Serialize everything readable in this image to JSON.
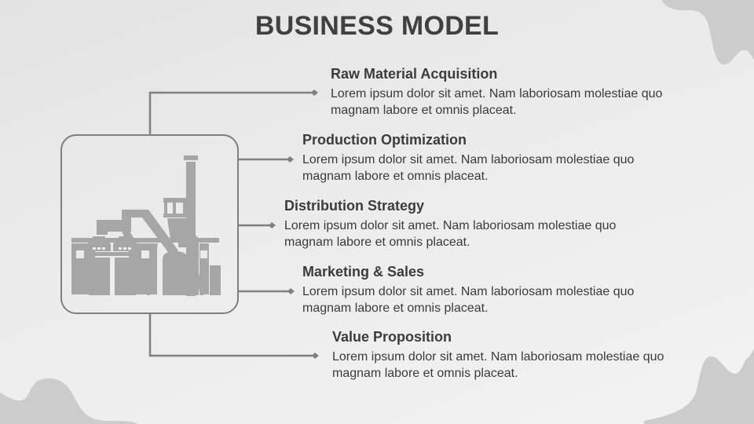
{
  "slide": {
    "title": "BUSINESS MODEL",
    "icon": "factory-icon",
    "colors": {
      "title": "#404040",
      "text": "#3a3a3a",
      "connector": "#808080",
      "icon_fill": "#a6a6a6",
      "blob": "#cccccc"
    },
    "items": [
      {
        "heading": "Raw Material Acquisition",
        "description": "Lorem ipsum dolor sit amet. Nam laboriosam molestiae quo magnam labore et omnis placeat."
      },
      {
        "heading": "Production Optimization",
        "description": "Lorem ipsum dolor sit amet. Nam laboriosam molestiae quo magnam labore et omnis placeat."
      },
      {
        "heading": "Distribution Strategy",
        "description": "Lorem ipsum dolor sit amet. Nam laboriosam molestiae quo magnam labore et omnis placeat."
      },
      {
        "heading": "Marketing & Sales",
        "description": "Lorem ipsum dolor sit amet. Nam laboriosam molestiae quo magnam labore et omnis placeat."
      },
      {
        "heading": "Value Proposition",
        "description": "Lorem ipsum dolor sit amet. Nam laboriosam molestiae quo magnam labore et omnis placeat."
      }
    ]
  }
}
